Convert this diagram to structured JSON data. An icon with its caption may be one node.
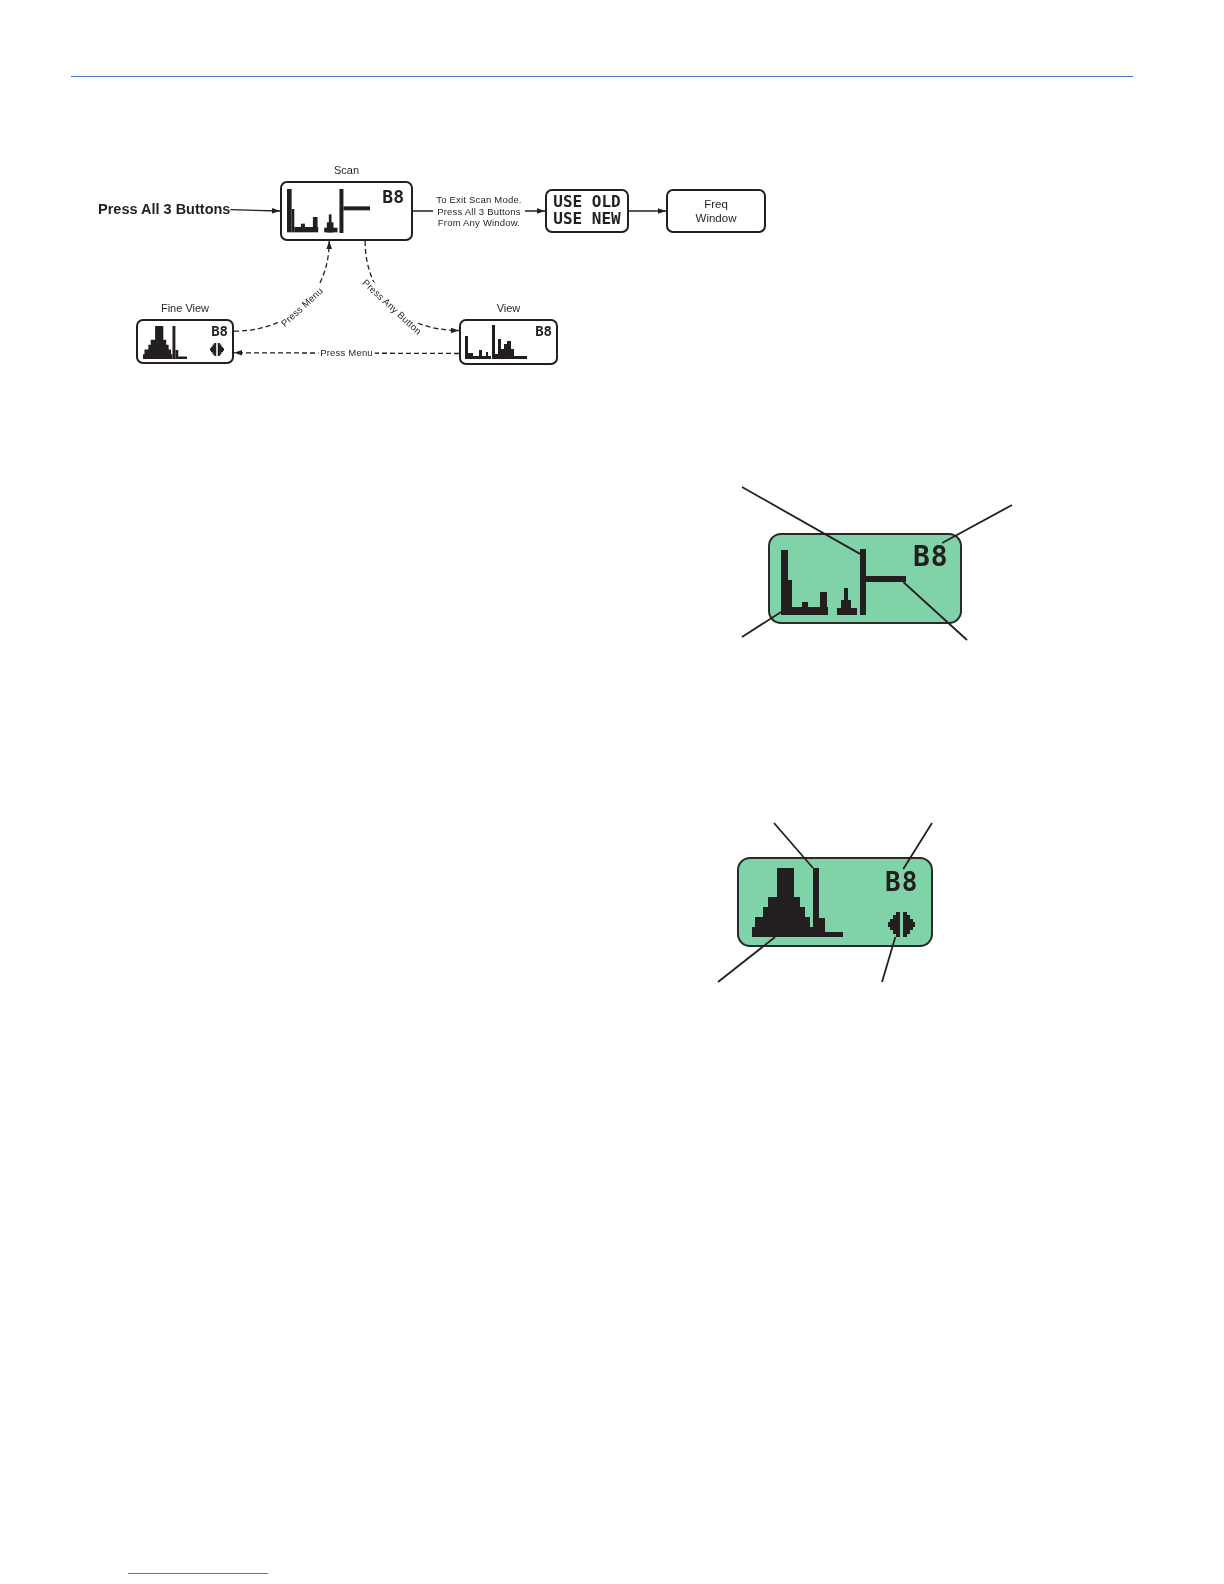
{
  "diagram": {
    "nodes": [
      {
        "text": [
          "Press All 3 Buttons"
        ]
      },
      {
        "text": [
          "Scan",
          "B8"
        ]
      },
      {
        "text": [
          "USE OLD USE NEW"
        ]
      },
      {
        "text": [
          "Freq Window"
        ]
      },
      {
        "text": [
          "Fine View",
          "B8"
        ]
      },
      {
        "text": [
          "View",
          "B8"
        ]
      },
      {
        "text": [],
        "shape": "box"
      },
      {
        "text": [],
        "shape": "picture",
        "in": 6
      },
      {
        "text": [],
        "shape": "bar",
        "in": 6
      },
      {
        "text": [],
        "shape": "bar",
        "in": 6
      },
      {
        "text": [
          "B8"
        ],
        "in": 6
      },
      {
        "text": [],
        "shape": "box"
      },
      {
        "text": [],
        "shape": "picture",
        "in": 11
      },
      {
        "text": [],
        "shape": "bar",
        "in": 11
      },
      {
        "text": [
          "B8"
        ],
        "in": 11
      },
      {
        "text": [],
        "shape": "picture",
        "in": 11
      }
    ],
    "edges": [
      {
        "from": 0,
        "to": 1,
        "arrow": "to"
      },
      {
        "from": 1,
        "to": 2,
        "arrow": "to",
        "label": "To Exit Scan Mode. Press All 3 Buttons From Any Window."
      },
      {
        "from": 2,
        "to": 3,
        "arrow": "to"
      },
      {
        "from": 4,
        "to": 1,
        "arrow": "to",
        "label": "Press Menu",
        "style": "dashed"
      },
      {
        "from": 1,
        "to": 5,
        "arrow": "to",
        "label": "Press Any Button",
        "style": "dashed"
      },
      {
        "from": 5,
        "to": 4,
        "arrow": "to",
        "label": "Press Menu",
        "style": "dashed"
      },
      {
        "from": null,
        "to": 8,
        "arrow": "none"
      },
      {
        "from": null,
        "to": 10,
        "arrow": "none"
      },
      {
        "from": null,
        "to": 7,
        "arrow": "none"
      },
      {
        "from": null,
        "to": 9,
        "arrow": "none"
      },
      {
        "from": null,
        "to": 13,
        "arrow": "none"
      },
      {
        "from": null,
        "to": 14,
        "arrow": "none"
      },
      {
        "from": null,
        "to": 12,
        "arrow": "none"
      },
      {
        "from": null,
        "to": 15,
        "arrow": "none"
      }
    ]
  }
}
